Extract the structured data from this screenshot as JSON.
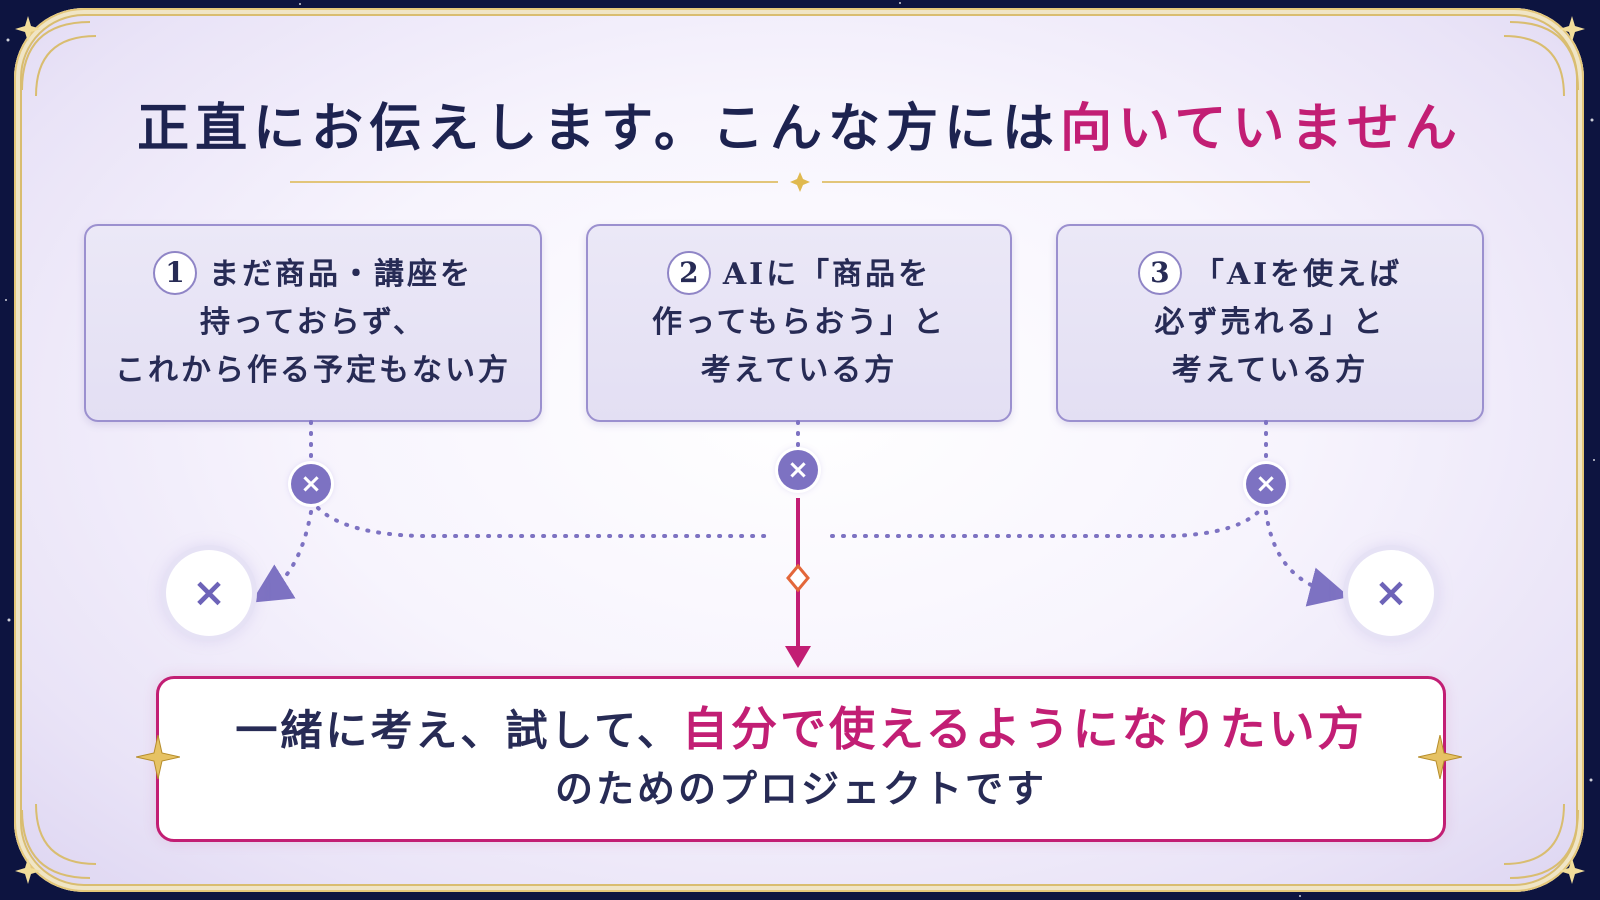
{
  "title": {
    "main": "正直にお伝えします。こんな方には",
    "highlight": "向いていません"
  },
  "cards": [
    {
      "number": "1",
      "lines": [
        "まだ商品・講座を",
        "持っておらず、",
        "これから作る予定もない方"
      ]
    },
    {
      "number": "2",
      "lines": [
        "AIに「商品を",
        "作ってもらおう」と",
        "考えている方"
      ]
    },
    {
      "number": "3",
      "lines": [
        "「AIを使えば",
        "必ず売れる」と",
        "考えている方"
      ]
    }
  ],
  "reject_symbol": "×",
  "result": {
    "line1_prefix": "一緒に考え、試して、",
    "line1_highlight": "自分で使えるようになりたい方",
    "line2": "のためのプロジェクトです"
  },
  "colors": {
    "navy": "#1d2350",
    "magenta": "#c21e74",
    "purple": "#7d72c2",
    "gold": "#d9bd70"
  }
}
